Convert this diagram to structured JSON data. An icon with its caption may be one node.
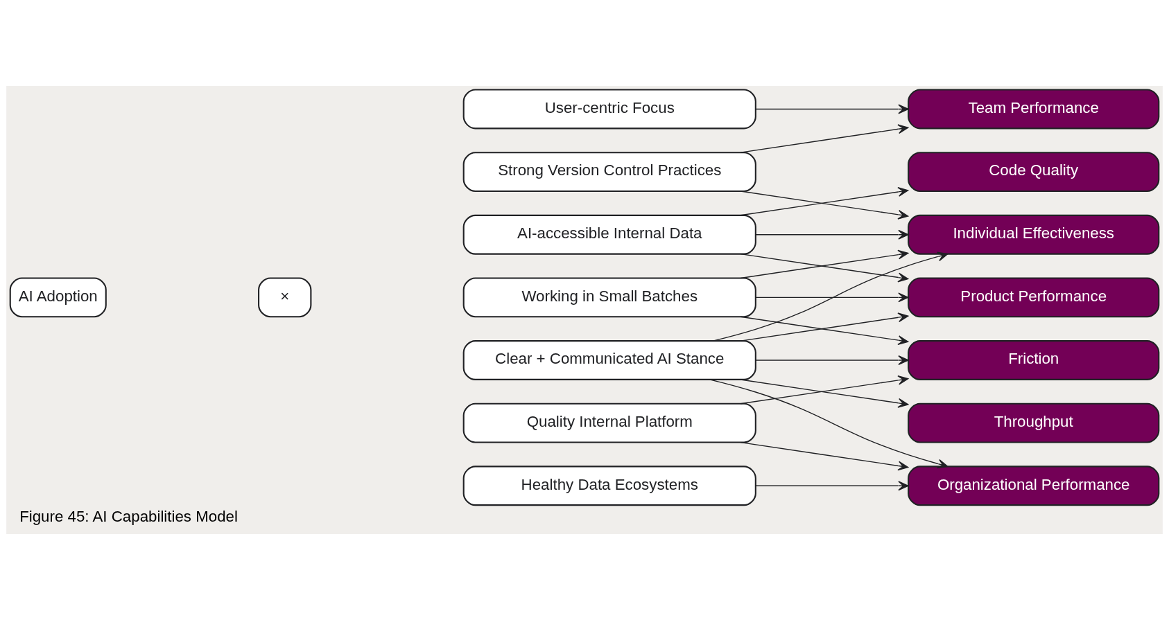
{
  "diagram": {
    "caption": "Figure 45: AI Capabilities Model",
    "nodes": [
      {
        "text": [
          "AI Adoption"
        ]
      },
      {
        "text": [
          "×"
        ]
      },
      {
        "text": [
          "User-centric Focus"
        ]
      },
      {
        "text": [
          "Strong Version Control Practices"
        ]
      },
      {
        "text": [
          "AI-accessible Internal Data"
        ]
      },
      {
        "text": [
          "Working in Small Batches"
        ]
      },
      {
        "text": [
          "Clear + Communicated AI Stance"
        ]
      },
      {
        "text": [
          "Quality Internal Platform"
        ]
      },
      {
        "text": [
          "Healthy Data Ecosystems"
        ]
      },
      {
        "text": [
          "Team Performance"
        ]
      },
      {
        "text": [
          "Code Quality"
        ]
      },
      {
        "text": [
          "Individual Effectiveness"
        ]
      },
      {
        "text": [
          "Product Performance"
        ]
      },
      {
        "text": [
          "Friction"
        ]
      },
      {
        "text": [
          "Throughput"
        ]
      },
      {
        "text": [
          "Organizational Performance"
        ]
      }
    ],
    "edges": [
      {
        "from": 2,
        "to": 9,
        "arrow": "to"
      },
      {
        "from": 3,
        "to": 9,
        "arrow": "to"
      },
      {
        "from": 3,
        "to": 11,
        "arrow": "to"
      },
      {
        "from": 4,
        "to": 10,
        "arrow": "to"
      },
      {
        "from": 4,
        "to": 11,
        "arrow": "to"
      },
      {
        "from": 4,
        "to": 12,
        "arrow": "to"
      },
      {
        "from": 5,
        "to": 11,
        "arrow": "to"
      },
      {
        "from": 5,
        "to": 12,
        "arrow": "to"
      },
      {
        "from": 5,
        "to": 13,
        "arrow": "to"
      },
      {
        "from": 6,
        "to": 11,
        "arrow": "to"
      },
      {
        "from": 6,
        "to": 12,
        "arrow": "to"
      },
      {
        "from": 6,
        "to": 13,
        "arrow": "to"
      },
      {
        "from": 6,
        "to": 14,
        "arrow": "to"
      },
      {
        "from": 6,
        "to": 15,
        "arrow": "to"
      },
      {
        "from": 7,
        "to": 13,
        "arrow": "to"
      },
      {
        "from": 7,
        "to": 15,
        "arrow": "to"
      },
      {
        "from": 8,
        "to": 15,
        "arrow": "to"
      }
    ]
  }
}
